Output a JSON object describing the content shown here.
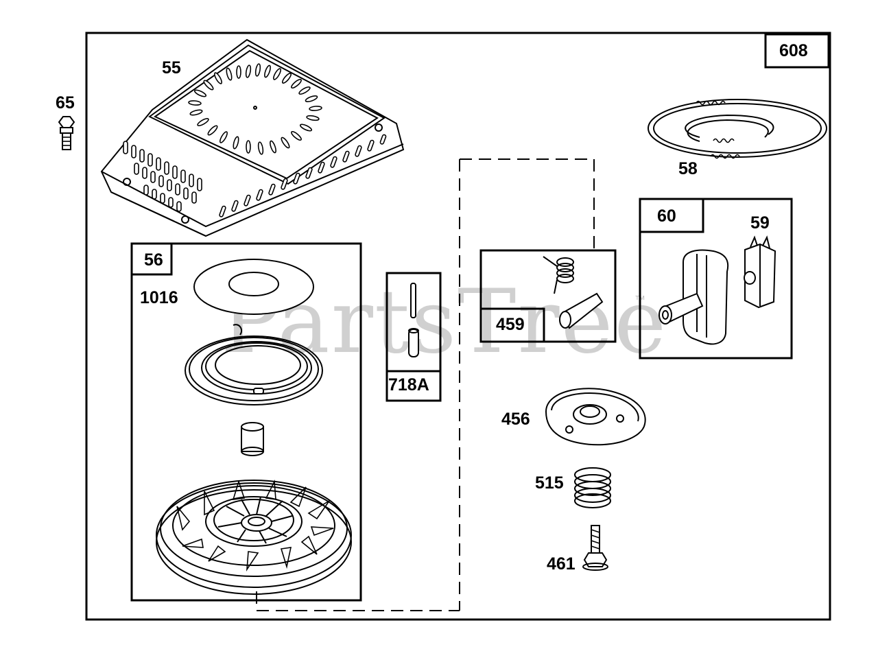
{
  "watermark": "PartsTree",
  "trademark": "™",
  "callouts": {
    "assembly": "608",
    "cover": "55",
    "bolt": "65",
    "rope": "58",
    "handle_kit": "60",
    "handle_insert": "59",
    "starter_kit": "56",
    "spring_label": "1016",
    "pin_kit": "718A",
    "dog_kit": "459",
    "retainer": "456",
    "spring": "515",
    "screw": "461"
  }
}
